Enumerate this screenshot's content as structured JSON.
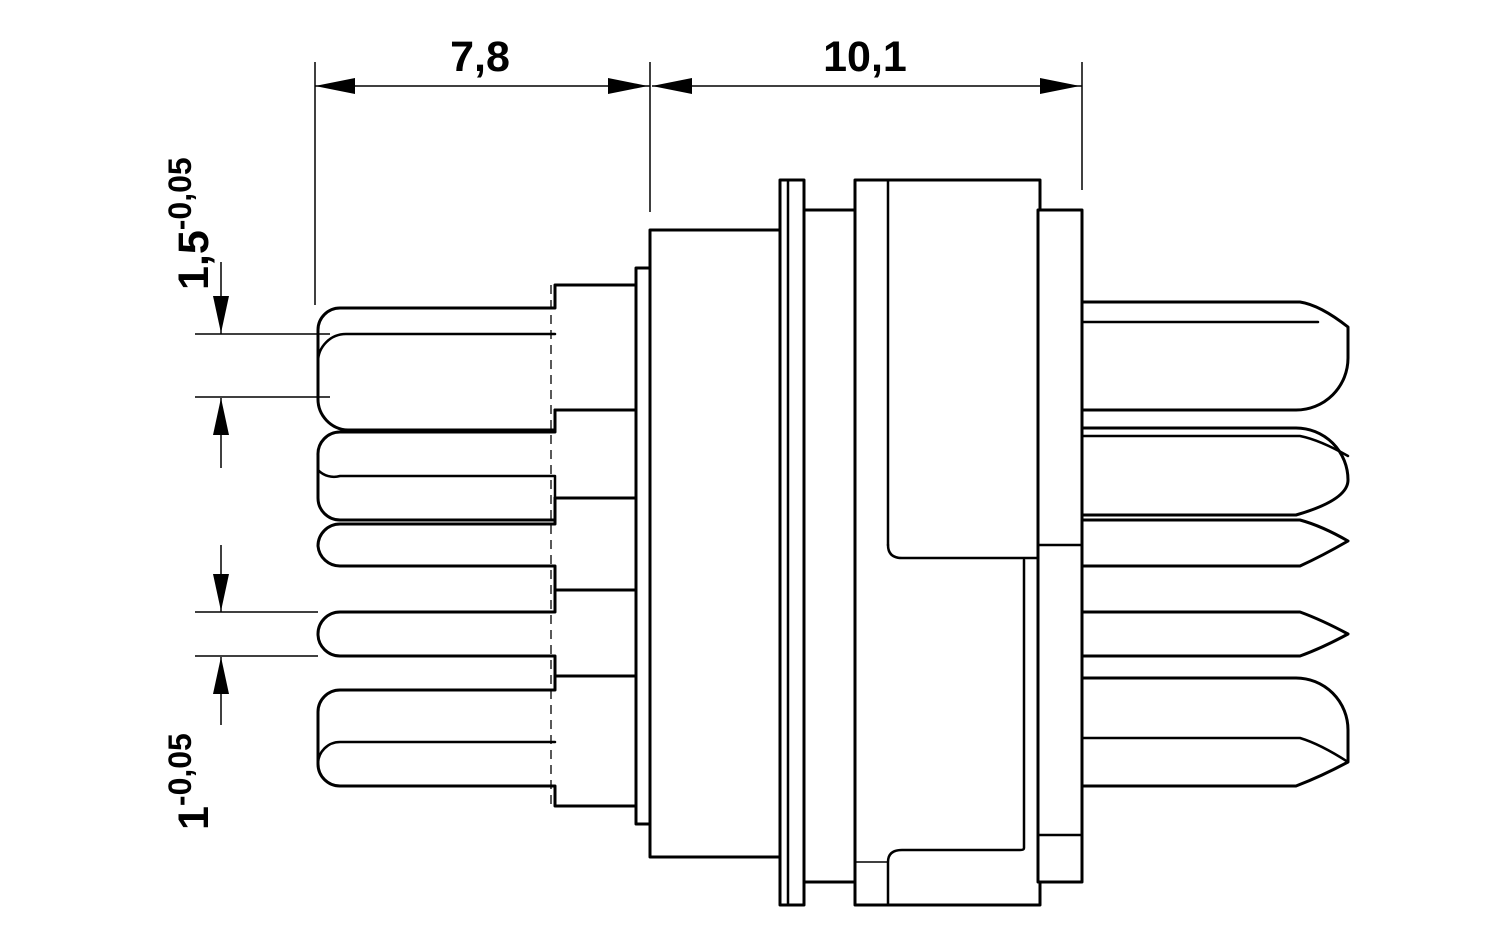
{
  "dimensions": {
    "left_pin_length": "7,8",
    "housing_length": "10,1",
    "pin_diameter_large": {
      "value": "1,5",
      "tolerance": "-0,05"
    },
    "pin_diameter_small": {
      "value": "1",
      "tolerance": "-0,05"
    }
  },
  "colors": {
    "line": "#000000",
    "background": "#ffffff"
  }
}
